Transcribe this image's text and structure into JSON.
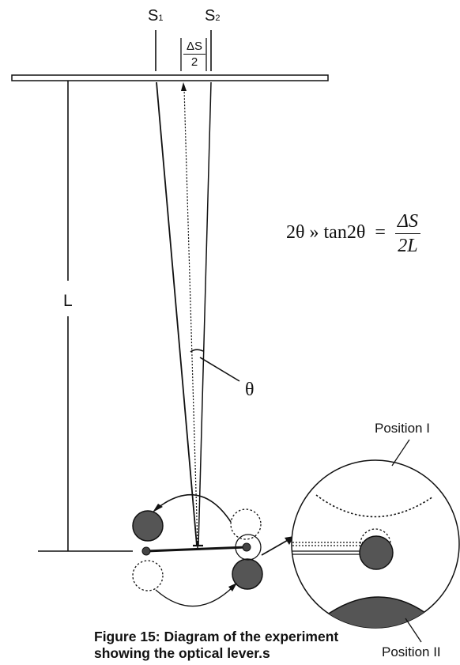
{
  "labels": {
    "s1_main": "S",
    "s1_sub": "1",
    "s2_main": "S",
    "s2_sub": "2",
    "delta_num": "ΔS",
    "delta_den": "2",
    "length": "L",
    "theta": "θ",
    "position_1": "Position I",
    "position_2": "Position II"
  },
  "equation": {
    "lhs": "2θ » tan2θ",
    "equals": "=",
    "numerator": "ΔS",
    "denominator": "2L"
  },
  "caption": {
    "line1": "Figure 15: Diagram of the experiment",
    "line2": "showing the optical lever.s"
  },
  "colors": {
    "ink": "#111111",
    "mass_fill": "#555555",
    "background": "#ffffff"
  }
}
